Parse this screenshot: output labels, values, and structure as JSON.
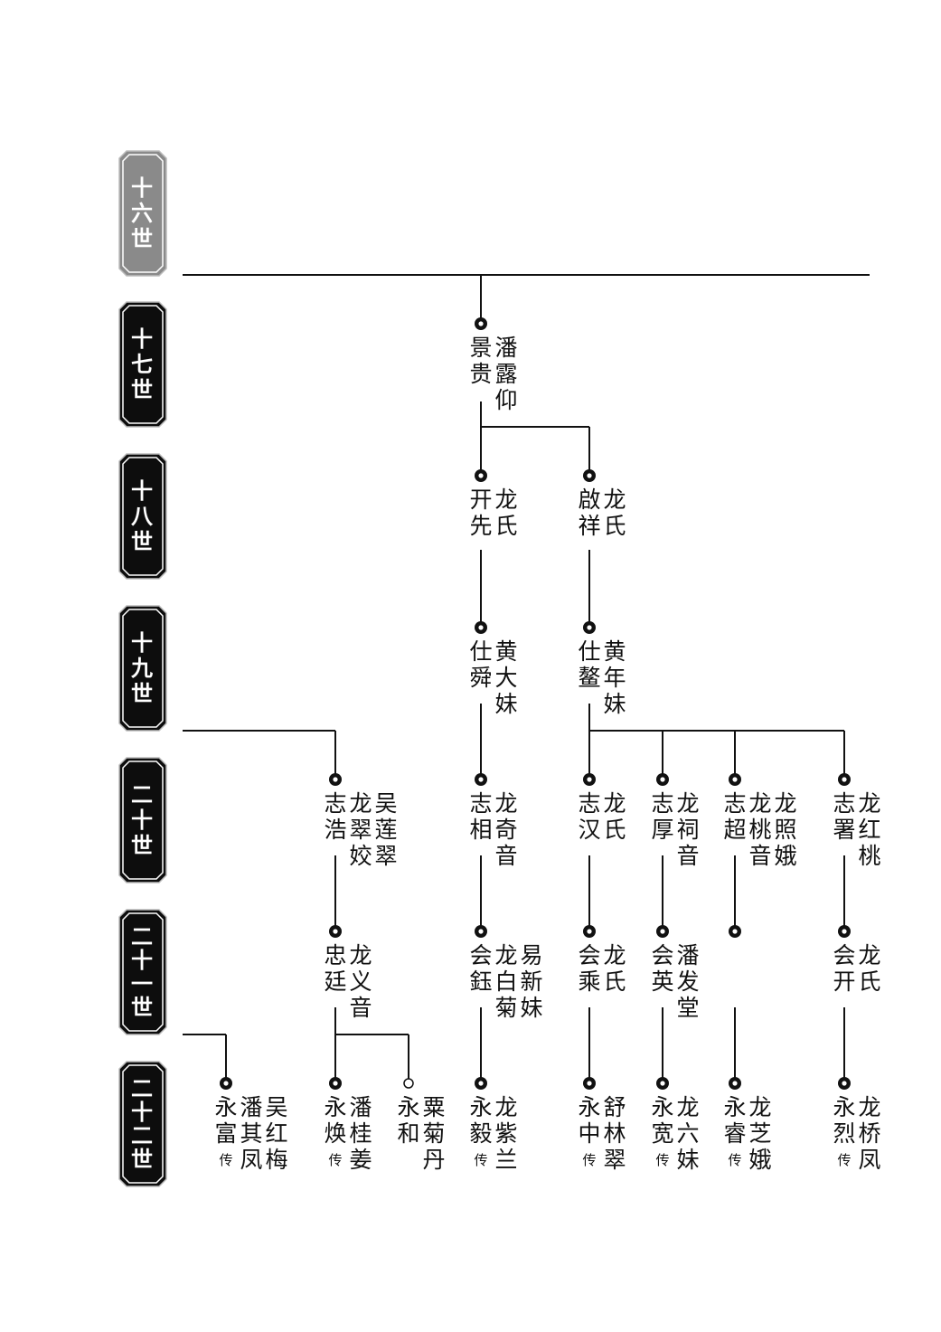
{
  "generations": [
    {
      "label": "十六世",
      "active": true
    },
    {
      "label": "十七世",
      "active": false
    },
    {
      "label": "十八世",
      "active": false
    },
    {
      "label": "十九世",
      "active": false
    },
    {
      "label": "二十世",
      "active": false
    },
    {
      "label": "二十一世",
      "active": false
    },
    {
      "label": "二十二世",
      "active": false
    }
  ],
  "persons": [
    {
      "id": "jinggui",
      "name": "景贵",
      "spouses": [
        "潘露仰"
      ],
      "gen": 1,
      "col": 532
    },
    {
      "id": "kaixian",
      "name": "开先",
      "spouses": [
        "龙氏"
      ],
      "gen": 2,
      "col": 532
    },
    {
      "id": "qixiang",
      "name": "啟祥",
      "spouses": [
        "龙氏"
      ],
      "gen": 2,
      "col": 652
    },
    {
      "id": "shishun",
      "name": "仕舜",
      "spouses": [
        "黄大妹"
      ],
      "gen": 3,
      "col": 532
    },
    {
      "id": "shiao",
      "name": "仕鳌",
      "spouses": [
        "黄年妹"
      ],
      "gen": 3,
      "col": 652
    },
    {
      "id": "zhihao",
      "name": "志浩",
      "spouses": [
        "龙翠姣",
        "吴莲翠"
      ],
      "gen": 4,
      "col": 371
    },
    {
      "id": "zhixiang",
      "name": "志相",
      "spouses": [
        "龙奇音"
      ],
      "gen": 4,
      "col": 532
    },
    {
      "id": "zhihan",
      "name": "志汉",
      "spouses": [
        "龙氏"
      ],
      "gen": 4,
      "col": 652
    },
    {
      "id": "zhihou",
      "name": "志厚",
      "spouses": [
        "龙祠音"
      ],
      "gen": 4,
      "col": 733
    },
    {
      "id": "zhichao",
      "name": "志超",
      "spouses": [
        "龙桃音",
        "龙照娥"
      ],
      "gen": 4,
      "col": 813
    },
    {
      "id": "zhishu",
      "name": "志署",
      "spouses": [
        "龙红桃"
      ],
      "gen": 4,
      "col": 934
    },
    {
      "id": "zhongting",
      "name": "忠廷",
      "spouses": [
        "龙义音"
      ],
      "gen": 5,
      "col": 371
    },
    {
      "id": "huiyu",
      "name": "会鈺",
      "spouses": [
        "龙白菊",
        "易新妹"
      ],
      "gen": 5,
      "col": 532
    },
    {
      "id": "huisheng",
      "name": "会乘",
      "spouses": [
        "龙氏"
      ],
      "gen": 5,
      "col": 652
    },
    {
      "id": "huiying",
      "name": "会英",
      "spouses": [
        "潘发堂"
      ],
      "gen": 5,
      "col": 733
    },
    {
      "id": "unnamed",
      "name": "",
      "spouses": [],
      "gen": 5,
      "col": 813
    },
    {
      "id": "huikai",
      "name": "会开",
      "spouses": [
        "龙氏"
      ],
      "gen": 5,
      "col": 934
    },
    {
      "id": "yongfu",
      "name": "永富",
      "spouses": [
        "潘其凤",
        "吴红梅"
      ],
      "gen": 6,
      "col": 250,
      "chuan": "传"
    },
    {
      "id": "yonghuan",
      "name": "永焕",
      "spouses": [
        "潘桂姜"
      ],
      "gen": 6,
      "col": 371,
      "chuan": "传"
    },
    {
      "id": "yonghe",
      "name": "永和",
      "spouses": [
        "粟菊丹"
      ],
      "gen": 6,
      "col": 452,
      "hollow": true
    },
    {
      "id": "yongyi",
      "name": "永毅",
      "spouses": [
        "龙紫兰"
      ],
      "gen": 6,
      "col": 532,
      "chuan": "传"
    },
    {
      "id": "yongzhong",
      "name": "永中",
      "spouses": [
        "舒林翠"
      ],
      "gen": 6,
      "col": 652,
      "chuan": "传"
    },
    {
      "id": "yongkuan",
      "name": "永宽",
      "spouses": [
        "龙六妹"
      ],
      "gen": 6,
      "col": 733,
      "chuan": "传"
    },
    {
      "id": "yongrui",
      "name": "永睿",
      "spouses": [
        "龙芝娥"
      ],
      "gen": 6,
      "col": 813,
      "chuan": "传"
    },
    {
      "id": "yonglie",
      "name": "永烈",
      "spouses": [
        "龙桥凤"
      ],
      "gen": 6,
      "col": 934,
      "chuan": "传"
    }
  ],
  "colors": {
    "active_label": "#8a8a8a",
    "label": "#0d0d0d",
    "line": "#111111"
  }
}
